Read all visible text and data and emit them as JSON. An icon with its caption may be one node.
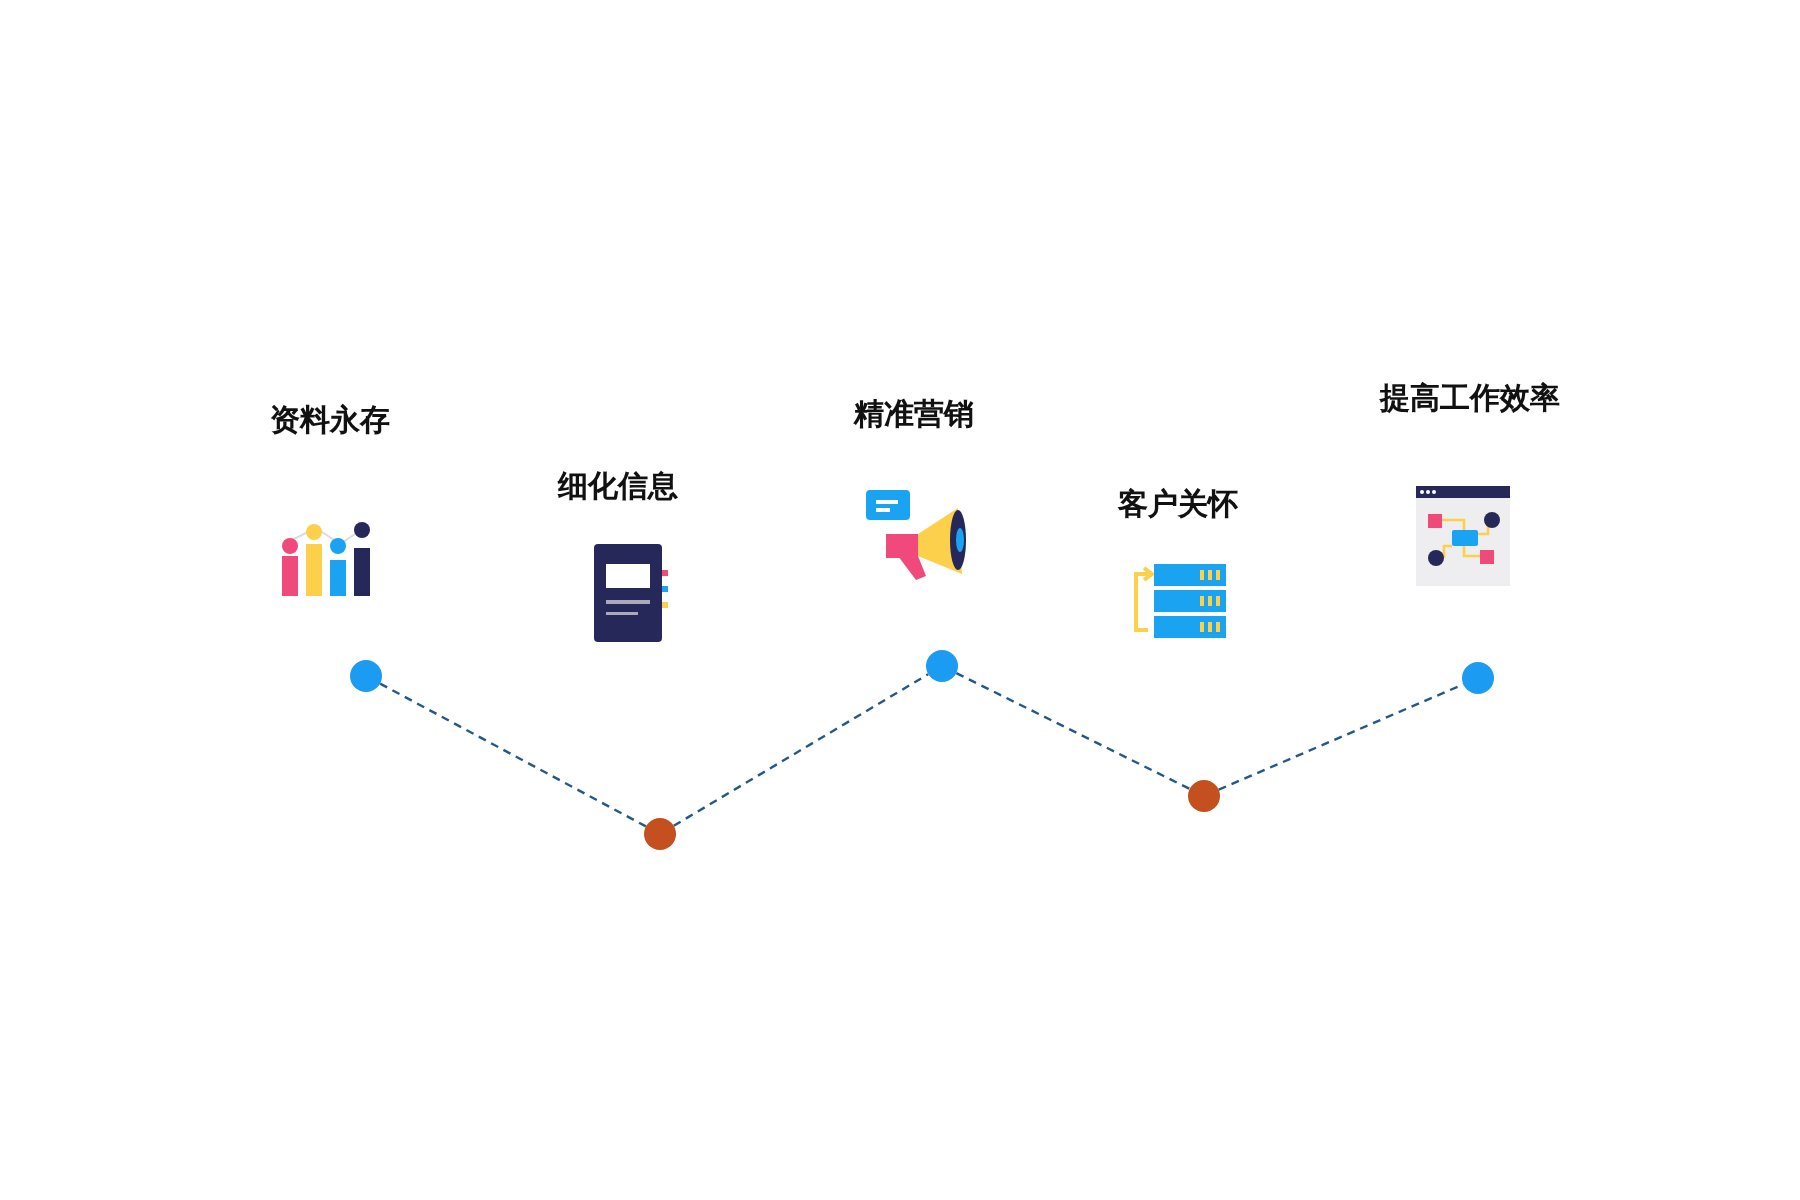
{
  "diagram": {
    "nodes": [
      {
        "text": [],
        "shape": "circle"
      },
      {
        "text": [],
        "shape": "circle"
      },
      {
        "text": [],
        "shape": "circle"
      },
      {
        "text": [],
        "shape": "circle"
      },
      {
        "text": [],
        "shape": "circle"
      }
    ],
    "edges": [
      {
        "from": 0,
        "to": 1,
        "arrow": "none",
        "style": "dashed"
      },
      {
        "from": 1,
        "to": 2,
        "arrow": "none",
        "style": "dashed"
      },
      {
        "from": 2,
        "to": 3,
        "arrow": "none",
        "style": "dashed"
      },
      {
        "from": 3,
        "to": 4,
        "arrow": "none",
        "style": "dashed"
      }
    ],
    "labels": [
      "资料永存",
      "细化信息",
      "精准营销",
      "客户关怀",
      "提高工作效率"
    ]
  }
}
